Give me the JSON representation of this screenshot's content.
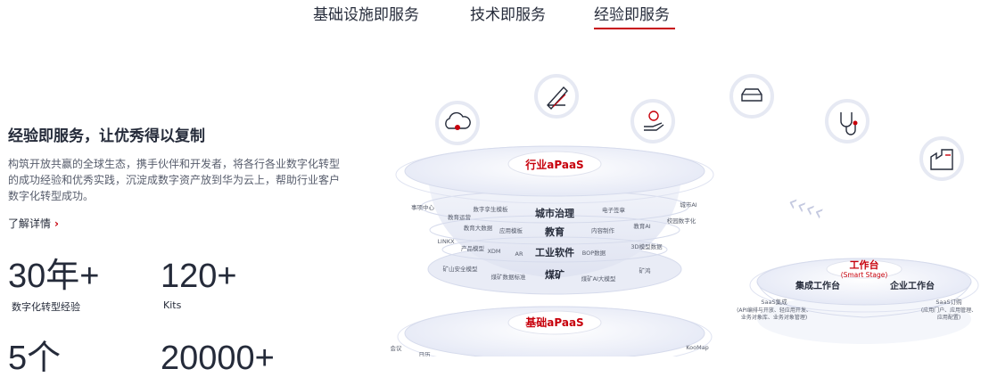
{
  "tabs": [
    {
      "label": "基础设施即服务"
    },
    {
      "label": "技术即服务"
    },
    {
      "label": "经验即服务"
    }
  ],
  "intro": {
    "title": "经验即服务，让优秀得以复制",
    "description": "构筑开放共赢的全球生态，携手伙伴和开发者，将各行各业数字化转型的成功经验和优秀实践，沉淀成数字资产放到华为云上，帮助行业客户数字化转型成功。",
    "more_label": "了解详情",
    "more_chevron": "›"
  },
  "stats": [
    {
      "number": "30年+",
      "label": "数字化转型经验"
    },
    {
      "number": "120+",
      "label": "Kits"
    },
    {
      "number": "5个",
      "label": ""
    },
    {
      "number": "20000+",
      "label": ""
    }
  ],
  "diagram": {
    "industry_title": "行业aPaaS",
    "base_title": "基础aPaaS",
    "layer_main": [
      "城市治理",
      "教育",
      "工业软件",
      "煤矿"
    ],
    "small_labels": {
      "l1": [
        "数字孪生模板",
        "电子签章",
        "城市AI"
      ],
      "l2": [
        "事项中心",
        "教育运营",
        "校园数字化"
      ],
      "l3": [
        "教育大数据",
        "应用模板",
        "内容制作",
        "教育AI"
      ],
      "l4": [
        "LINKX",
        "产品模型",
        "XDM",
        "AR",
        "BOP数据",
        "3D模型数据"
      ],
      "l5": [
        "矿山安全模型",
        "煤矿数据标准",
        "煤矿AI大模型",
        "矿鸿"
      ],
      "base": [
        "会议",
        "KooMap",
        "日历"
      ]
    },
    "workbench": {
      "title": "工作台",
      "subtitle": "(Smart Stage)",
      "left": "集成工作台",
      "right": "企业工作台",
      "left_caption_1": "SaaS集成",
      "left_caption_2": "(API编排与开放、轻应用开发、",
      "left_caption_3": "业务对象库、业务对象管理)",
      "right_caption_1": "SaaS订购",
      "right_caption_2": "(应用门户、应用管理、",
      "right_caption_3": "应用配置)"
    },
    "arrows": "‹‹‹‹",
    "colors": {
      "accent": "#c7000b",
      "ring": "#dfe3f3",
      "ring_dark": "#c4c9e0",
      "text": "#252b3a"
    },
    "icons": [
      "cloud-icon",
      "pen-ruler-icon",
      "hand-coin-icon",
      "car-icon",
      "stethoscope-icon",
      "factory-icon"
    ]
  }
}
